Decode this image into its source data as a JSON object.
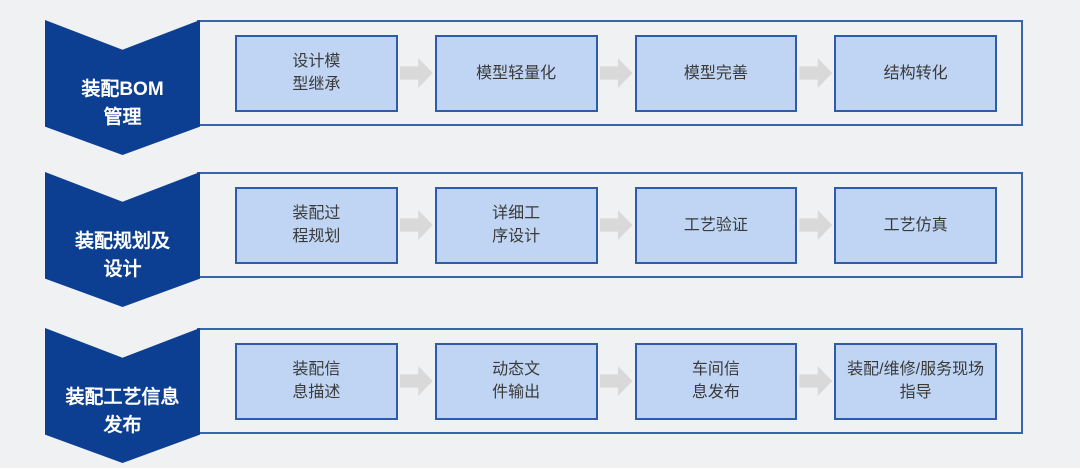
{
  "diagram": {
    "rows": [
      {
        "banner": {
          "line1": "装配BOM",
          "line2": "管理"
        },
        "steps": [
          {
            "line1": "设计模",
            "line2": "型继承"
          },
          {
            "line1": "模型轻量化",
            "line2": ""
          },
          {
            "line1": "模型完善",
            "line2": ""
          },
          {
            "line1": "结构转化",
            "line2": ""
          }
        ]
      },
      {
        "banner": {
          "line1": "装配规划及",
          "line2": "设计"
        },
        "steps": [
          {
            "line1": "装配过",
            "line2": "程规划"
          },
          {
            "line1": "详细工",
            "line2": "序设计"
          },
          {
            "line1": "工艺验证",
            "line2": ""
          },
          {
            "line1": "工艺仿真",
            "line2": ""
          }
        ]
      },
      {
        "banner": {
          "line1": "装配工艺信息",
          "line2": "发布"
        },
        "steps": [
          {
            "line1": "装配信",
            "line2": "息描述"
          },
          {
            "line1": "动态文",
            "line2": "件输出"
          },
          {
            "line1": "车间信",
            "line2": "息发布"
          },
          {
            "line1": "装配/维修/服务现场",
            "line2": "指导"
          }
        ]
      }
    ],
    "colors": {
      "background": "#f0f1f3",
      "banner_fill": "#0c3e91",
      "banner_text": "#ffffff",
      "container_border": "#3a64ad",
      "step_fill": "#c0d5f3",
      "step_border": "#2e5cab",
      "step_text": "#3a3a3a",
      "arrow_fill": "#d9d9d9"
    }
  }
}
